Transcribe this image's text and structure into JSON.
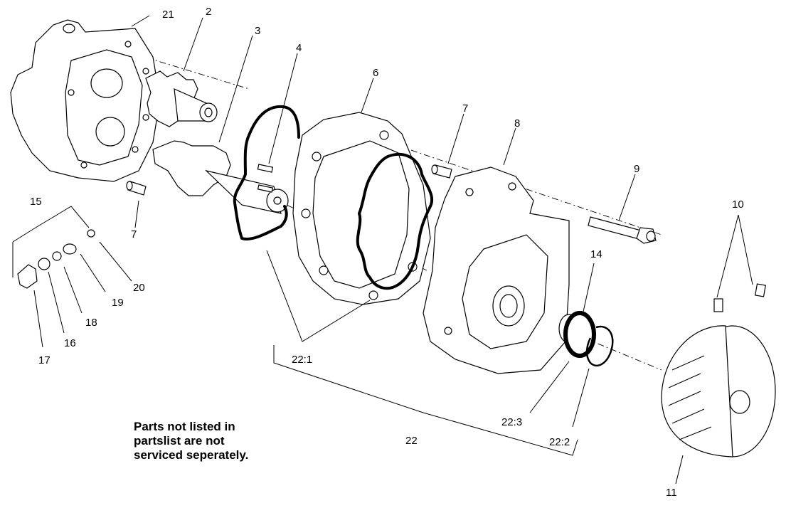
{
  "callouts": [
    {
      "id": "21",
      "text": "21"
    },
    {
      "id": "2",
      "text": "2"
    },
    {
      "id": "3",
      "text": "3"
    },
    {
      "id": "4",
      "text": "4"
    },
    {
      "id": "6",
      "text": "6"
    },
    {
      "id": "7a",
      "text": "7"
    },
    {
      "id": "8",
      "text": "8"
    },
    {
      "id": "9",
      "text": "9"
    },
    {
      "id": "10",
      "text": "10"
    },
    {
      "id": "14",
      "text": "14"
    },
    {
      "id": "15",
      "text": "15"
    },
    {
      "id": "7b",
      "text": "7"
    },
    {
      "id": "20",
      "text": "20"
    },
    {
      "id": "19",
      "text": "19"
    },
    {
      "id": "18",
      "text": "18"
    },
    {
      "id": "16",
      "text": "16"
    },
    {
      "id": "17",
      "text": "17"
    },
    {
      "id": "22_1",
      "text": "22:1"
    },
    {
      "id": "22_3",
      "text": "22:3"
    },
    {
      "id": "22_2",
      "text": "22:2"
    },
    {
      "id": "22",
      "text": "22"
    },
    {
      "id": "11",
      "text": "11"
    }
  ],
  "note": {
    "line1": "Parts not listed in",
    "line2": "partslist are not",
    "line3": "serviced seperately."
  }
}
